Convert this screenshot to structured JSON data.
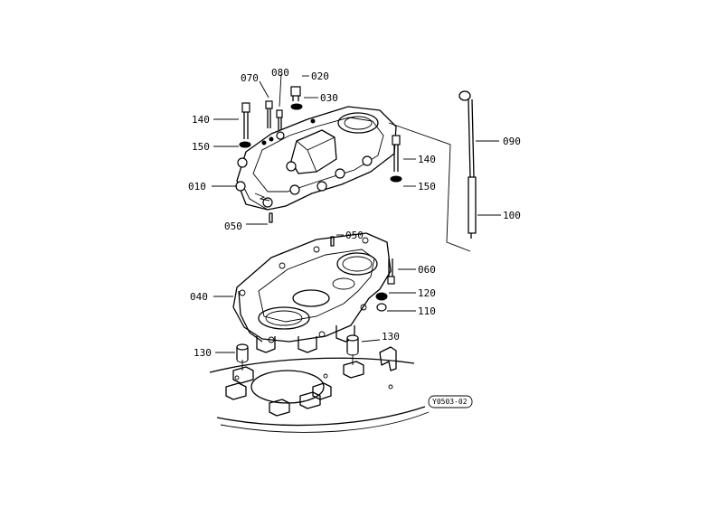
{
  "callouts": {
    "c010": "010",
    "c020": "020",
    "c030": "030",
    "c040": "040",
    "c050a": "050",
    "c050b": "050",
    "c060": "060",
    "c070": "070",
    "c080": "080",
    "c090": "090",
    "c100": "100",
    "c110": "110",
    "c120": "120",
    "c130a": "130",
    "c130b": "130",
    "c140a": "140",
    "c140b": "140",
    "c150a": "150",
    "c150b": "150"
  },
  "figure_code": "Y0503-02"
}
